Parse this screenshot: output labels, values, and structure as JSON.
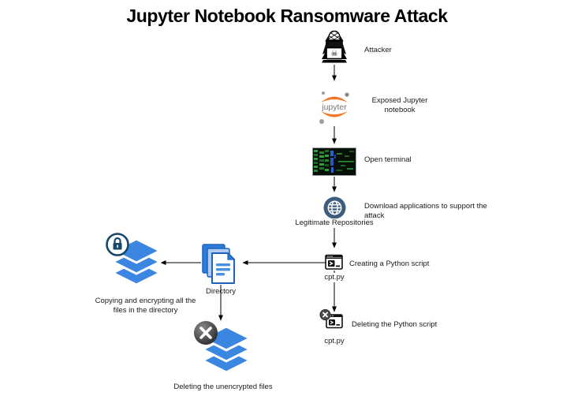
{
  "title": "Jupyter Notebook Ransomware Attack",
  "colors": {
    "stack-blue": "#3B86E0",
    "doc-blue": "#2E7CD6",
    "doc-stroke": "#1E62C0",
    "doc-mid": "#AECBF0",
    "bar-blue": "#4A90E2",
    "globe-blue": "#3E5C7E",
    "jupyter-orange": "#F37726",
    "jupyter-gray": "#767677",
    "dot-gray": "#9E9E9E",
    "lock-navy": "#15476B",
    "badge-gray": "#4A4A4A",
    "terminal-bg": "#071007",
    "terminal-green": "#2F9E3F",
    "terminal-blue": "#2E5FD0",
    "line-color": "#000000"
  },
  "icons": {
    "attacker": "hacker-icon",
    "jupyter": "jupyter-logo-icon",
    "terminal": "terminal-screen-icon",
    "repositories": "globe-icon",
    "create_script": "console-window-icon",
    "delete_script": "console-window-x-icon",
    "directory": "documents-stack-icon",
    "encrypt_files": "layers-lock-icon",
    "delete_files": "layers-x-icon"
  },
  "nodes": {
    "attacker": {
      "label": "Attacker"
    },
    "jupyter": {
      "label": "Exposed Jupyter notebook",
      "logo_text": "jupyter"
    },
    "terminal": {
      "label": "Open terminal"
    },
    "repositories": {
      "label": "Download applications to support the attack",
      "caption": "Legitimate Repositories"
    },
    "create_script": {
      "label": "Creating a Python script",
      "filename": "cpt.py"
    },
    "directory": {
      "label": "Directory"
    },
    "encrypt_files": {
      "label": "Copying and encrypting all the files in the directory"
    },
    "delete_script": {
      "label": "Deleting the Python script",
      "filename": "cpt.py"
    },
    "delete_files": {
      "label": "Deleting the unencrypted files"
    }
  }
}
